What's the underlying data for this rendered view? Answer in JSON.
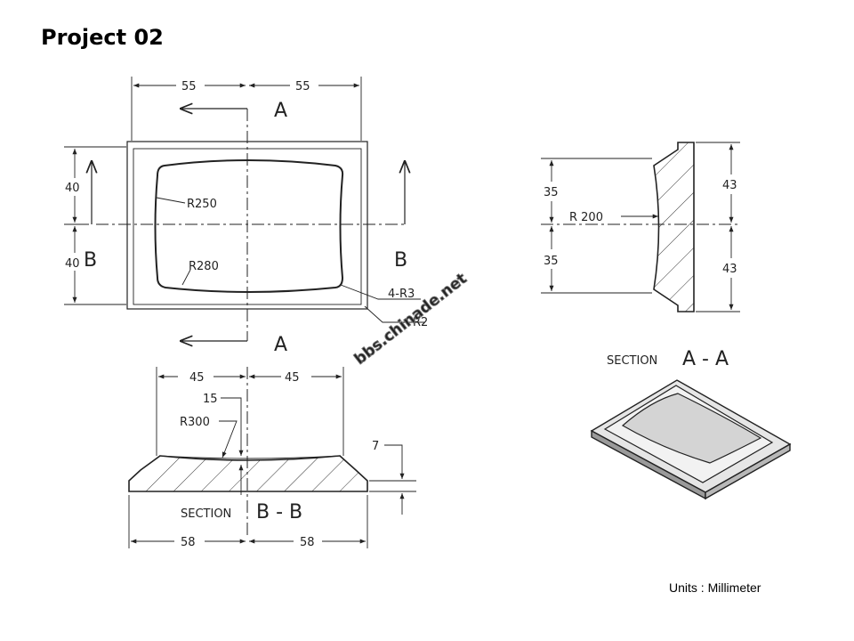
{
  "title": "Project 02",
  "units_note": "Units : Millimeter",
  "watermark": "bbs.chinade.net",
  "top_view": {
    "dim_top_left": "55",
    "dim_top_right": "55",
    "dim_left_upper": "40",
    "dim_left_lower": "40",
    "cut_label_top": "A",
    "cut_label_bottom": "A",
    "cut_label_left": "B",
    "cut_label_right": "B",
    "radius_inner_upper": "R250",
    "radius_inner_lower": "R280",
    "corner_radius": "4-R3",
    "corner_radius_2": "R2"
  },
  "section_bb": {
    "dim_top_left": "45",
    "dim_top_right": "45",
    "dim_depth": "15",
    "radius_top": "R300",
    "dim_height": "7",
    "dim_bottom_left": "58",
    "dim_bottom_right": "58",
    "label_word": "SECTION",
    "label_letters": "B - B"
  },
  "section_aa": {
    "dim_left_upper": "35",
    "dim_left_lower": "35",
    "dim_right_upper": "43",
    "dim_right_lower": "43",
    "radius": "R 200",
    "label_word": "SECTION",
    "label_letters": "A - A"
  }
}
